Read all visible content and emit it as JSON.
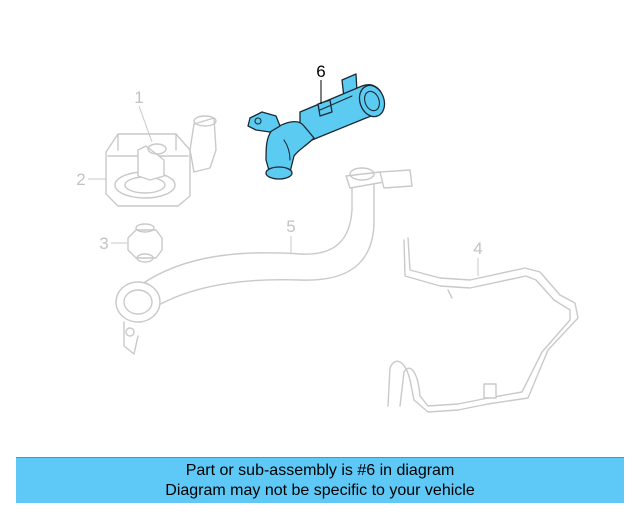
{
  "diagram": {
    "callouts": [
      {
        "id": "1",
        "text": "1",
        "highlighted": false
      },
      {
        "id": "2",
        "text": "2",
        "highlighted": false
      },
      {
        "id": "3",
        "text": "3",
        "highlighted": false
      },
      {
        "id": "4",
        "text": "4",
        "highlighted": false
      },
      {
        "id": "5",
        "text": "5",
        "highlighted": false
      },
      {
        "id": "6",
        "text": "6",
        "highlighted": true
      }
    ],
    "colors": {
      "highlight_fill": "#5ccbf2",
      "ghost_line": "#c9c9c9",
      "banner_bg": "#5ec8f6"
    }
  },
  "banner": {
    "line1": "Part or sub-assembly is #6 in diagram",
    "line2": "Diagram may not be specific to your vehicle"
  }
}
